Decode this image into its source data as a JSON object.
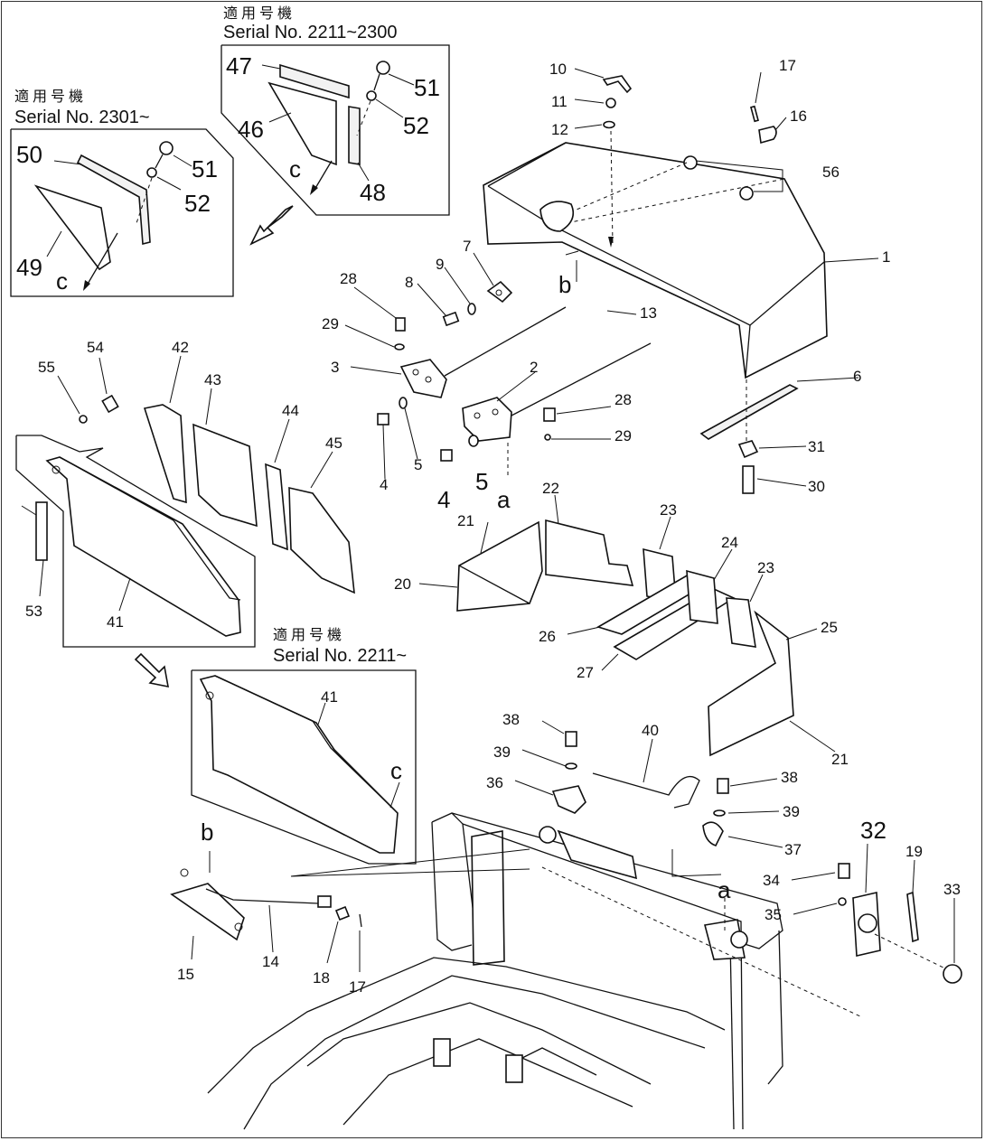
{
  "labels": {
    "n1": "1",
    "n2": "2",
    "n3": "3",
    "n4": "4",
    "n4b": "4",
    "n5": "5",
    "n5b": "5",
    "n6": "6",
    "n7": "7",
    "n8": "8",
    "n9": "9",
    "n10": "10",
    "n11": "11",
    "n12": "12",
    "n13": "13",
    "n14": "14",
    "n15": "15",
    "n16": "16",
    "n17a": "17",
    "n17b": "17",
    "n18": "18",
    "n19": "19",
    "n20": "20",
    "n21a": "21",
    "n21b": "21",
    "n22": "22",
    "n23a": "23",
    "n23b": "23",
    "n24": "24",
    "n25": "25",
    "n26": "26",
    "n27": "27",
    "n28a": "28",
    "n28b": "28",
    "n29a": "29",
    "n29b": "29",
    "n30": "30",
    "n31": "31",
    "n32": "32",
    "n33": "33",
    "n34": "34",
    "n35": "35",
    "n36": "36",
    "n37": "37",
    "n38a": "38",
    "n38b": "38",
    "n39a": "39",
    "n39b": "39",
    "n40": "40",
    "n41a": "41",
    "n41b": "41",
    "n42": "42",
    "n43": "43",
    "n44": "44",
    "n45": "45",
    "n46": "46",
    "n47": "47",
    "n48": "48",
    "n49": "49",
    "n50": "50",
    "n51a": "51",
    "n51b": "51",
    "n52a": "52",
    "n52b": "52",
    "n53": "53",
    "n54": "54",
    "n55": "55",
    "n56": "56",
    "la1": "a",
    "la2": "a",
    "lb1": "b",
    "lb2": "b",
    "lc1": "c",
    "lc2": "c",
    "lc3": "c"
  },
  "insets": {
    "a": {
      "jp": "適用号機",
      "serial": "Serial No. 2211~2300"
    },
    "b": {
      "jp": "適用号機",
      "serial": "Serial No. 2301~"
    },
    "c": {
      "jp": "適用号機",
      "serial": "Serial No. 2211~"
    }
  }
}
